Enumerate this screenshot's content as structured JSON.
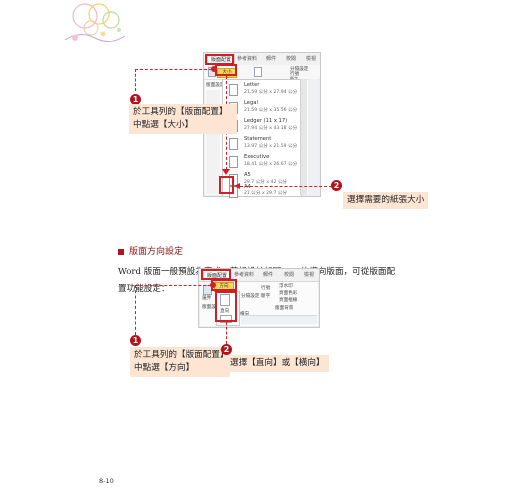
{
  "screenshot1": {
    "tabs": [
      "版面配置",
      "參考資料",
      "郵件",
      "校閱",
      "檢視"
    ],
    "size_button": "大小",
    "group_label": "版面設定",
    "ribbon_items": [
      "分隔設定",
      "行號",
      "斷字"
    ],
    "paper_sizes": [
      {
        "name": "Letter",
        "size": "21.59 公分 x 27.94 公分"
      },
      {
        "name": "Legal",
        "size": "21.59 公分 x 35.56 公分"
      },
      {
        "name": "Ledger (11 x 17)",
        "size": "27.94 公分 x 43.18 公分"
      },
      {
        "name": "Statement",
        "size": "13.97 公分 x 21.59 公分"
      },
      {
        "name": "Executive",
        "size": "18.41 公分 x 26.67 公分"
      },
      {
        "name": "A5",
        "size": "29.7 公分 x 42 公分"
      },
      {
        "name": "A4",
        "size": "21 公分 x 29.7 公分"
      }
    ]
  },
  "callout1": {
    "number": "1",
    "text": "於工具列的【版面配置】中點選【大小】"
  },
  "callout2": {
    "number": "2",
    "text": "選擇需要的紙張大小"
  },
  "section": {
    "heading": "版面方向設定"
  },
  "paragraph": "Word 版面一般預設為直式，若想設計如圖 8-3 的橫向版面，可從版面配置功能設定：",
  "screenshot2": {
    "tabs": [
      "版面配置",
      "參考資料",
      "郵件",
      "校閱",
      "檢視"
    ],
    "orientation_button": "方向",
    "options": [
      "直向",
      "橫向"
    ],
    "ribbon_items": [
      "邊界",
      "分隔設定",
      "行號",
      "斷字",
      "浮水印",
      "頁面色彩",
      "頁面框線"
    ],
    "group_labels": [
      "版面設定",
      "版面背景"
    ]
  },
  "callout3": {
    "number": "1",
    "text": "於工具列的【版面配置】中點選【方向】"
  },
  "callout4": {
    "number": "2",
    "text": "選擇【直向】或【橫向】"
  },
  "page_number": "8-10"
}
